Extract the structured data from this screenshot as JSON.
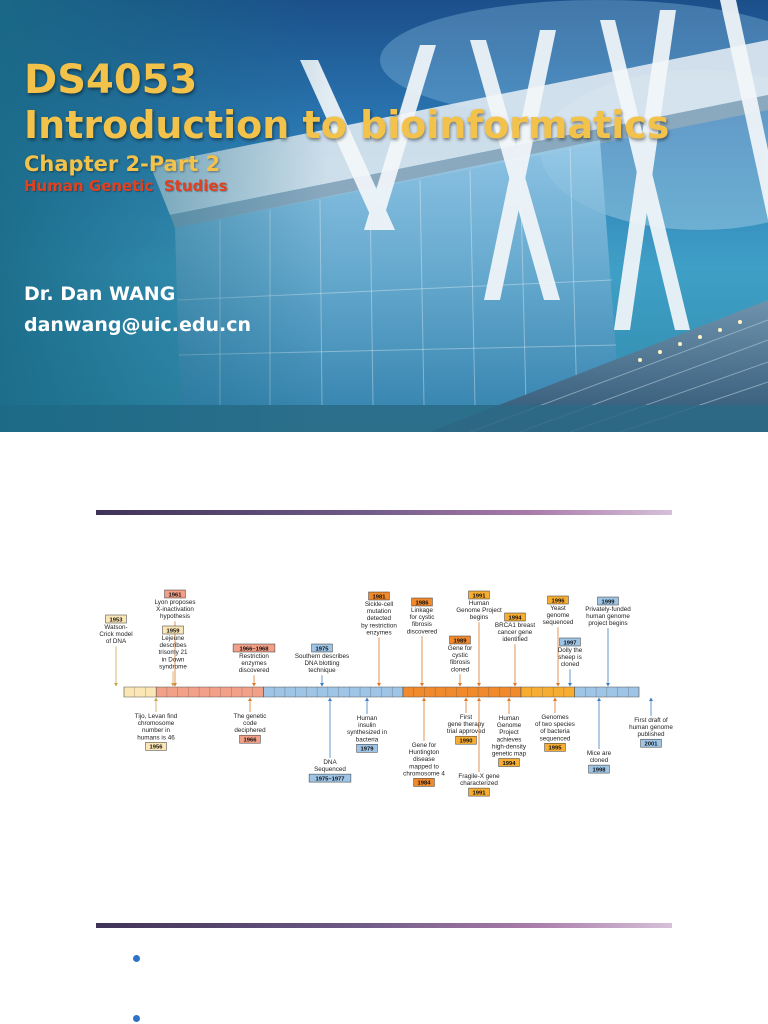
{
  "slide1": {
    "course_code": "DS4053",
    "course_title": "Introduction to bioinformatics",
    "chapter": "Chapter 2-Part 2",
    "subtitle": "Human Genetic  Studies",
    "author": "Dr. Dan WANG",
    "email": "danwang@uic.edu.cn",
    "colors": {
      "title": "#f3c24a",
      "subtitle": "#e2401f",
      "text": "#ffffff",
      "sky": "#2b78b4"
    }
  },
  "timeline": {
    "axis_years": [
      1953,
      2001
    ],
    "segments": [
      {
        "from": 1953,
        "to": 1956,
        "color": "#fbe7b5"
      },
      {
        "from": 1956,
        "to": 1966,
        "color": "#f3a088"
      },
      {
        "from": 1966,
        "to": 1979,
        "color": "#9ec4e6"
      },
      {
        "from": 1979,
        "to": 1990,
        "color": "#f08a2c"
      },
      {
        "from": 1990,
        "to": 1995,
        "color": "#f6ad32"
      },
      {
        "from": 1995,
        "to": 2001,
        "color": "#9ec4e6"
      }
    ],
    "events_above": [
      {
        "year_label": "1953",
        "lines": [
          "Watson-",
          "Crick model",
          "of DNA"
        ],
        "color": "#fbe7b5"
      },
      {
        "year_label": "1961",
        "lines": [
          "Lyon proposes",
          "X-inactivation",
          "hypothesis"
        ],
        "color": "#f3a088"
      },
      {
        "year_label": "1959",
        "lines": [
          "Lejeune",
          "describes",
          "trisomy 21",
          "in Down",
          "syndrome"
        ],
        "color": "#fbe7b5"
      },
      {
        "year_label": "1966–1968",
        "lines": [
          "Restriction",
          "enzymes",
          "discovered"
        ],
        "color": "#f3a088"
      },
      {
        "year_label": "1975",
        "lines": [
          "Southern describes",
          "DNA blotting",
          "technique"
        ],
        "color": "#9ec4e6"
      },
      {
        "year_label": "1981",
        "lines": [
          "Sickle-cell",
          "mutation",
          "detected",
          "by restriction",
          "enzymes"
        ],
        "color": "#f08a2c"
      },
      {
        "year_label": "1986",
        "lines": [
          "Linkage",
          "for cystic",
          "fibrosis",
          "discovered"
        ],
        "color": "#f08a2c"
      },
      {
        "year_label": "1989",
        "lines": [
          "Gene for",
          "cystic",
          "fibrosis",
          "cloned"
        ],
        "color": "#f08a2c"
      },
      {
        "year_label": "1991",
        "lines": [
          "Human",
          "Genome Project",
          "begins"
        ],
        "color": "#f6ad32"
      },
      {
        "year_label": "1994",
        "lines": [
          "BRCA1 breast",
          "cancer gene",
          "identified"
        ],
        "color": "#f6ad32"
      },
      {
        "year_label": "1996",
        "lines": [
          "Yeast",
          "genome",
          "sequenced"
        ],
        "color": "#f6ad32"
      },
      {
        "year_label": "1997",
        "lines": [
          "Dolly the",
          "sheep is",
          "cloned"
        ],
        "color": "#9ec4e6"
      },
      {
        "year_label": "1999",
        "lines": [
          "Privately-funded",
          "human genome",
          "project begins"
        ],
        "color": "#9ec4e6"
      }
    ],
    "events_below": [
      {
        "year_label": "1956",
        "lines": [
          "Tijo, Levan find",
          "chromosome",
          "number in",
          "humans is 46"
        ],
        "color": "#fbe7b5"
      },
      {
        "year_label": "1966",
        "lines": [
          "The genetic",
          "code",
          "deciphered"
        ],
        "color": "#f3a088"
      },
      {
        "year_label": "1975–1977",
        "lines": [
          "DNA",
          "Sequenced"
        ],
        "color": "#9ec4e6"
      },
      {
        "year_label": "1979",
        "lines": [
          "Human",
          "insulin",
          "synthesized in",
          "bacteria"
        ],
        "color": "#9ec4e6"
      },
      {
        "year_label": "1984",
        "lines": [
          "Gene for",
          "Huntington",
          "disease",
          "mapped to",
          "chromosome 4"
        ],
        "color": "#f08a2c"
      },
      {
        "year_label": "1990",
        "lines": [
          "First",
          "gene therapy",
          "trial approved"
        ],
        "color": "#f6ad32"
      },
      {
        "year_label": "1991",
        "lines": [
          "Fragile-X gene",
          "characterized"
        ],
        "color": "#f6ad32"
      },
      {
        "year_label": "1994",
        "lines": [
          "Human",
          "Genome",
          "Project",
          "achieves",
          "high-density",
          "genetic map"
        ],
        "color": "#f6ad32"
      },
      {
        "year_label": "1995",
        "lines": [
          "Genomes",
          "of two species",
          "of bacteria",
          "sequenced"
        ],
        "color": "#f6ad32"
      },
      {
        "year_label": "1998",
        "lines": [
          "Mice are",
          "cloned"
        ],
        "color": "#9ec4e6"
      },
      {
        "year_label": "2001",
        "lines": [
          "First draft of",
          "human genome",
          "published"
        ],
        "color": "#9ec4e6"
      }
    ]
  },
  "bullets": [
    "",
    ""
  ]
}
